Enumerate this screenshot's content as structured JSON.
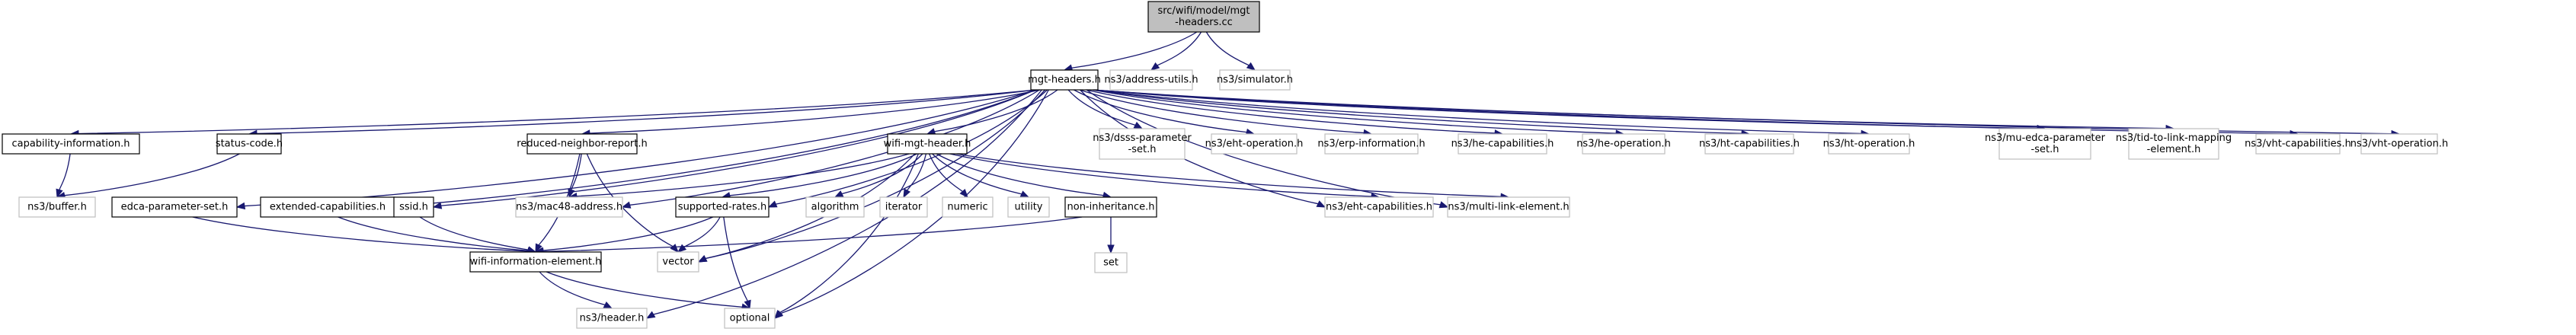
{
  "title": "src/wifi/model/mgt-headers.cc include dependency graph",
  "colors": {
    "edge": "#191970",
    "root_fill": "#bfbfbf",
    "internal_border": "#000000",
    "external_border": "#bfbfbf"
  },
  "nodes": [
    {
      "id": "root",
      "label": [
        "src/wifi/model/mgt",
        "-headers.cc"
      ],
      "kind": "root"
    },
    {
      "id": "mgt_headers_h",
      "label": [
        "mgt-headers.h"
      ],
      "kind": "internal"
    },
    {
      "id": "address_utils",
      "label": [
        "ns3/address-utils.h"
      ],
      "kind": "external"
    },
    {
      "id": "simulator",
      "label": [
        "ns3/simulator.h"
      ],
      "kind": "external"
    },
    {
      "id": "capability_information",
      "label": [
        "capability-information.h"
      ],
      "kind": "internal"
    },
    {
      "id": "status_code",
      "label": [
        "status-code.h"
      ],
      "kind": "internal"
    },
    {
      "id": "reduced_neighbor_report",
      "label": [
        "reduced-neighbor-report.h"
      ],
      "kind": "internal"
    },
    {
      "id": "wifi_mgt_header",
      "label": [
        "wifi-mgt-header.h"
      ],
      "kind": "internal"
    },
    {
      "id": "dsss_parameter_set",
      "label": [
        "ns3/dsss-parameter",
        "-set.h"
      ],
      "kind": "external"
    },
    {
      "id": "eht_operation",
      "label": [
        "ns3/eht-operation.h"
      ],
      "kind": "external"
    },
    {
      "id": "erp_information",
      "label": [
        "ns3/erp-information.h"
      ],
      "kind": "external"
    },
    {
      "id": "he_capabilities",
      "label": [
        "ns3/he-capabilities.h"
      ],
      "kind": "external"
    },
    {
      "id": "he_operation",
      "label": [
        "ns3/he-operation.h"
      ],
      "kind": "external"
    },
    {
      "id": "ht_capabilities",
      "label": [
        "ns3/ht-capabilities.h"
      ],
      "kind": "external"
    },
    {
      "id": "ht_operation",
      "label": [
        "ns3/ht-operation.h"
      ],
      "kind": "external"
    },
    {
      "id": "mu_edca_parameter_set",
      "label": [
        "ns3/mu-edca-parameter",
        "-set.h"
      ],
      "kind": "external"
    },
    {
      "id": "tid_to_link_mapping",
      "label": [
        "ns3/tid-to-link-mapping",
        "-element.h"
      ],
      "kind": "external"
    },
    {
      "id": "vht_capabilities",
      "label": [
        "ns3/vht-capabilities.h"
      ],
      "kind": "external"
    },
    {
      "id": "vht_operation",
      "label": [
        "ns3/vht-operation.h"
      ],
      "kind": "external"
    },
    {
      "id": "buffer",
      "label": [
        "ns3/buffer.h"
      ],
      "kind": "external"
    },
    {
      "id": "edca_parameter_set",
      "label": [
        "edca-parameter-set.h"
      ],
      "kind": "internal"
    },
    {
      "id": "extended_capabilities",
      "label": [
        "extended-capabilities.h"
      ],
      "kind": "internal"
    },
    {
      "id": "ssid",
      "label": [
        "ssid.h"
      ],
      "kind": "internal"
    },
    {
      "id": "mac48_address",
      "label": [
        "ns3/mac48-address.h"
      ],
      "kind": "external"
    },
    {
      "id": "supported_rates",
      "label": [
        "supported-rates.h"
      ],
      "kind": "internal"
    },
    {
      "id": "algorithm",
      "label": [
        "algorithm"
      ],
      "kind": "external"
    },
    {
      "id": "iterator",
      "label": [
        "iterator"
      ],
      "kind": "external"
    },
    {
      "id": "numeric",
      "label": [
        "numeric"
      ],
      "kind": "external"
    },
    {
      "id": "utility",
      "label": [
        "utility"
      ],
      "kind": "external"
    },
    {
      "id": "non_inheritance",
      "label": [
        "non-inheritance.h"
      ],
      "kind": "internal"
    },
    {
      "id": "eht_capabilities",
      "label": [
        "ns3/eht-capabilities.h"
      ],
      "kind": "external"
    },
    {
      "id": "multi_link_element",
      "label": [
        "ns3/multi-link-element.h"
      ],
      "kind": "external"
    },
    {
      "id": "wifi_information_element",
      "label": [
        "wifi-information-element.h"
      ],
      "kind": "internal"
    },
    {
      "id": "vector",
      "label": [
        "vector"
      ],
      "kind": "external"
    },
    {
      "id": "set",
      "label": [
        "set"
      ],
      "kind": "external"
    },
    {
      "id": "header",
      "label": [
        "ns3/header.h"
      ],
      "kind": "external"
    },
    {
      "id": "optional",
      "label": [
        "optional"
      ],
      "kind": "external"
    }
  ],
  "edges": [
    [
      "root",
      "mgt_headers_h"
    ],
    [
      "root",
      "address_utils"
    ],
    [
      "root",
      "simulator"
    ],
    [
      "mgt_headers_h",
      "capability_information"
    ],
    [
      "mgt_headers_h",
      "status_code"
    ],
    [
      "mgt_headers_h",
      "reduced_neighbor_report"
    ],
    [
      "mgt_headers_h",
      "wifi_mgt_header"
    ],
    [
      "mgt_headers_h",
      "dsss_parameter_set"
    ],
    [
      "mgt_headers_h",
      "eht_operation"
    ],
    [
      "mgt_headers_h",
      "erp_information"
    ],
    [
      "mgt_headers_h",
      "he_capabilities"
    ],
    [
      "mgt_headers_h",
      "he_operation"
    ],
    [
      "mgt_headers_h",
      "ht_capabilities"
    ],
    [
      "mgt_headers_h",
      "ht_operation"
    ],
    [
      "mgt_headers_h",
      "mu_edca_parameter_set"
    ],
    [
      "mgt_headers_h",
      "tid_to_link_mapping"
    ],
    [
      "mgt_headers_h",
      "vht_capabilities"
    ],
    [
      "mgt_headers_h",
      "vht_operation"
    ],
    [
      "mgt_headers_h",
      "edca_parameter_set"
    ],
    [
      "mgt_headers_h",
      "extended_capabilities"
    ],
    [
      "mgt_headers_h",
      "ssid"
    ],
    [
      "mgt_headers_h",
      "mac48_address"
    ],
    [
      "mgt_headers_h",
      "supported_rates"
    ],
    [
      "mgt_headers_h",
      "eht_capabilities"
    ],
    [
      "mgt_headers_h",
      "multi_link_element"
    ],
    [
      "mgt_headers_h",
      "vector"
    ],
    [
      "mgt_headers_h",
      "header"
    ],
    [
      "mgt_headers_h",
      "optional"
    ],
    [
      "capability_information",
      "buffer"
    ],
    [
      "status_code",
      "buffer"
    ],
    [
      "reduced_neighbor_report",
      "mac48_address"
    ],
    [
      "reduced_neighbor_report",
      "wifi_information_element"
    ],
    [
      "reduced_neighbor_report",
      "vector"
    ],
    [
      "wifi_mgt_header",
      "supported_rates"
    ],
    [
      "wifi_mgt_header",
      "algorithm"
    ],
    [
      "wifi_mgt_header",
      "iterator"
    ],
    [
      "wifi_mgt_header",
      "numeric"
    ],
    [
      "wifi_mgt_header",
      "utility"
    ],
    [
      "wifi_mgt_header",
      "non_inheritance"
    ],
    [
      "wifi_mgt_header",
      "eht_capabilities"
    ],
    [
      "wifi_mgt_header",
      "multi_link_element"
    ],
    [
      "wifi_mgt_header",
      "mac48_address"
    ],
    [
      "wifi_mgt_header",
      "vector"
    ],
    [
      "wifi_mgt_header",
      "optional"
    ],
    [
      "edca_parameter_set",
      "wifi_information_element"
    ],
    [
      "extended_capabilities",
      "wifi_information_element"
    ],
    [
      "ssid",
      "wifi_information_element"
    ],
    [
      "supported_rates",
      "wifi_information_element"
    ],
    [
      "supported_rates",
      "vector"
    ],
    [
      "supported_rates",
      "optional"
    ],
    [
      "non_inheritance",
      "wifi_information_element"
    ],
    [
      "non_inheritance",
      "set"
    ],
    [
      "wifi_information_element",
      "header"
    ],
    [
      "wifi_information_element",
      "optional"
    ]
  ]
}
